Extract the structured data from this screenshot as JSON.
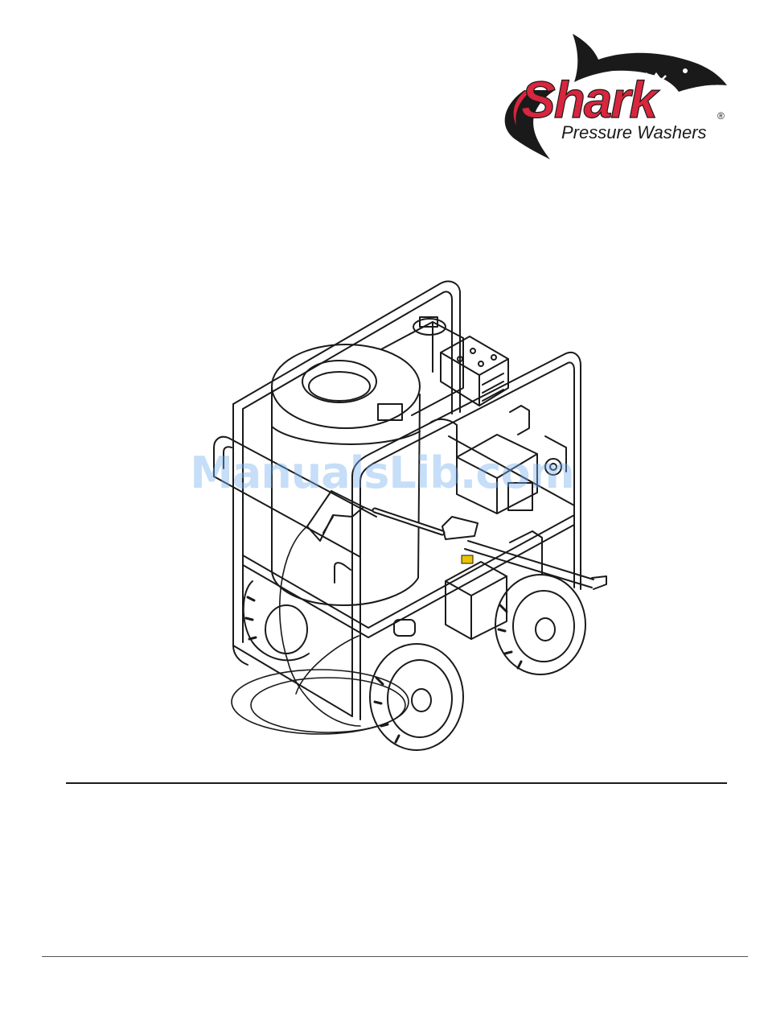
{
  "logo": {
    "brand": "Shark",
    "registered": "®",
    "tagline": "Pressure Washers"
  },
  "watermark": {
    "text": "ManualsLib.com"
  },
  "colors": {
    "brand_red": "#d7263d",
    "ink": "#1a1a1a",
    "watermark": "#76b0ec"
  },
  "illustration": {
    "subject": "pressure-washer-illustration"
  }
}
